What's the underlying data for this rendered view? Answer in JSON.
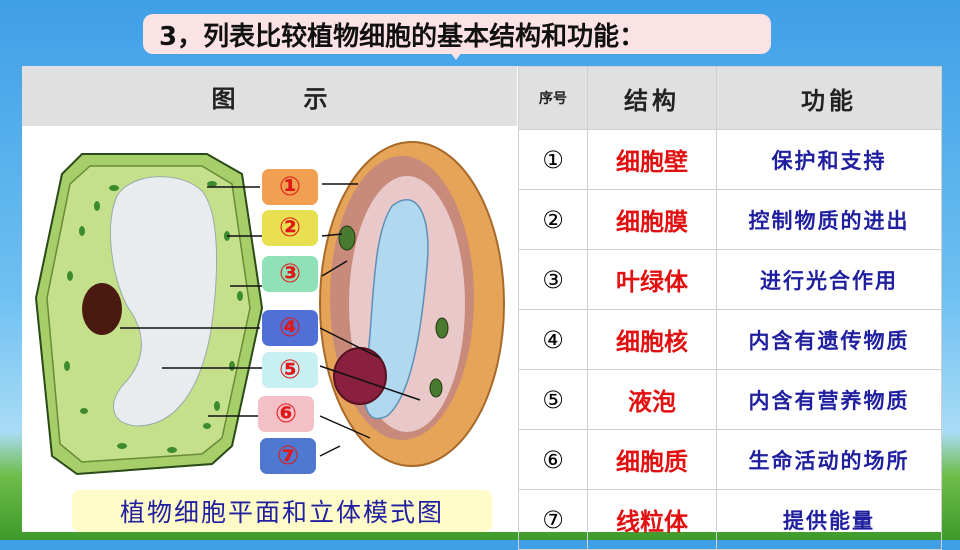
{
  "title": "3，列表比较植物细胞的基本结构和功能：",
  "left_header": "图示",
  "table": {
    "headers": {
      "no": "序号",
      "structure": "结构",
      "function": "功能"
    },
    "rows": [
      {
        "no": "①",
        "structure": "细胞壁",
        "function": "保护和支持"
      },
      {
        "no": "②",
        "structure": "细胞膜",
        "function": "控制物质的进出"
      },
      {
        "no": "③",
        "structure": "叶绿体",
        "function": "进行光合作用"
      },
      {
        "no": "④",
        "structure": "细胞核",
        "function": "内含有遗传物质"
      },
      {
        "no": "⑤",
        "structure": "液泡",
        "function": "内含有营养物质"
      },
      {
        "no": "⑥",
        "structure": "细胞质",
        "function": "生命活动的场所"
      },
      {
        "no": "⑦",
        "structure": "线粒体",
        "function": "提供能量"
      }
    ]
  },
  "diagram": {
    "labels": [
      "①",
      "②",
      "③",
      "④",
      "⑤",
      "⑥",
      "⑦"
    ],
    "label_colors": [
      "#f0a050",
      "#e8e050",
      "#90e0b8",
      "#5070d8",
      "#c8f0f0",
      "#f4c0c8",
      "#4f78d0"
    ],
    "caption": "植物细胞平面和立体模式图"
  },
  "colors": {
    "structure_text": "#e21010",
    "function_text": "#1f1fa0",
    "header_bg": "#e0e0e0"
  }
}
